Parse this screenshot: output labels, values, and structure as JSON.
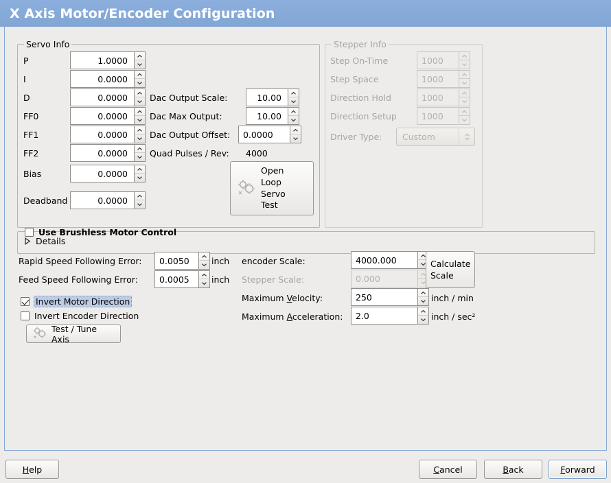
{
  "window": {
    "title": "X Axis Motor/Encoder Configuration",
    "title_bar_color": "#84a8d8",
    "background_color": "#edecea",
    "panel_border_color": "#86a9d6"
  },
  "servo_info": {
    "group_label": "Servo Info",
    "fields": [
      {
        "label": "P",
        "value": "1.0000"
      },
      {
        "label": "I",
        "value": "0.0000"
      },
      {
        "label": "D",
        "value": "0.0000"
      },
      {
        "label": "FF0",
        "value": "0.0000"
      },
      {
        "label": "FF1",
        "value": "0.0000"
      },
      {
        "label": "FF2",
        "value": "0.0000"
      },
      {
        "label": "Bias",
        "value": "0.0000"
      },
      {
        "label": "Deadband",
        "value": "0.0000"
      }
    ],
    "dac": [
      {
        "label": "Dac Output Scale:",
        "value": "10.00"
      },
      {
        "label": "Dac Max Output:",
        "value": "10.00"
      },
      {
        "label": "Dac Output Offset:",
        "value": "0.0000"
      }
    ],
    "quad_pulses_label": "Quad Pulses / Rev:",
    "quad_pulses_value": "4000",
    "open_loop_button": {
      "line1": "Open",
      "line2": "Loop",
      "line3": "Servo",
      "line4": "Test",
      "icon": "gears-icon"
    }
  },
  "stepper_info": {
    "group_label": "Stepper Info",
    "enabled": false,
    "fields": [
      {
        "label": "Step On-Time",
        "value": "1000"
      },
      {
        "label": "Step Space",
        "value": "1000"
      },
      {
        "label": "Direction Hold",
        "value": "1000"
      },
      {
        "label": "Direction Setup",
        "value": "1000"
      }
    ],
    "driver_type": {
      "label": "Driver Type:",
      "value": "Custom"
    }
  },
  "brushless": {
    "checkbox_label": "Use Brushless Motor Control",
    "checked": false,
    "details_label": "Details",
    "details_expanded": false
  },
  "following_error": {
    "rapid": {
      "label": "Rapid Speed Following Error:",
      "value": "0.0050",
      "unit": "inch"
    },
    "feed": {
      "label": "Feed Speed Following Error:",
      "value": "0.0005",
      "unit": "inch"
    }
  },
  "direction": {
    "invert_motor": {
      "label": "Invert Motor Direction",
      "checked": true,
      "focused": true
    },
    "invert_encoder": {
      "label": "Invert Encoder Direction",
      "checked": false,
      "focused": false
    }
  },
  "test_tune_button": {
    "label": "Test / Tune Axis",
    "icon": "gears-icon"
  },
  "scales": {
    "encoder": {
      "label": "encoder Scale:",
      "value": "4000.000",
      "enabled": true
    },
    "stepper": {
      "label": "Stepper Scale:",
      "value": "0.000",
      "enabled": false
    },
    "calculate_button": {
      "line1": "Calculate",
      "line2": "Scale"
    },
    "max_velocity": {
      "label_pre": "Maximum ",
      "label_mn": "V",
      "label_post": "elocity:",
      "value": "250",
      "unit": "inch / min"
    },
    "max_acceleration": {
      "label_pre": "Maximum ",
      "label_mn": "A",
      "label_post": "cceleration:",
      "value": "2.0",
      "unit": "inch / sec²"
    }
  },
  "footer": {
    "help": {
      "mn": "H",
      "rest": "elp"
    },
    "cancel": {
      "mn": "C",
      "rest": "ancel"
    },
    "back": {
      "mn": "B",
      "rest": "ack"
    },
    "forward": {
      "mn": "F",
      "rest": "orward",
      "focused": true
    }
  }
}
